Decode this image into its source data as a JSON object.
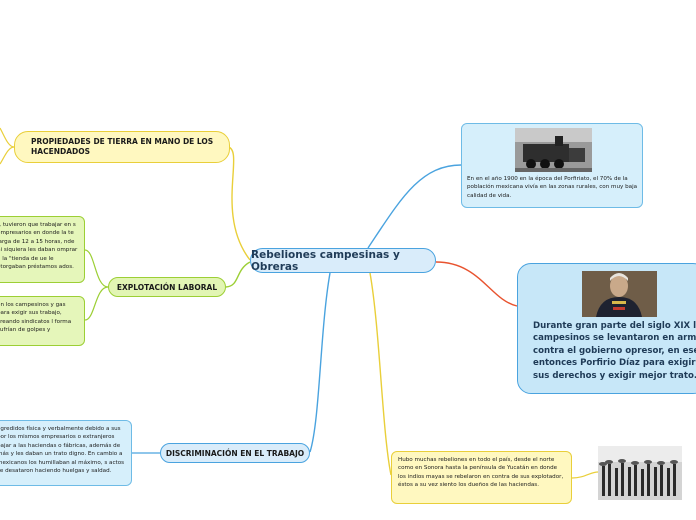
{
  "central": {
    "label": "Rebeliones campesinas y Obreras"
  },
  "branches": {
    "propiedades": {
      "label": "PROPIEDADES DE TIERRA EN MANO DE LOS HACENDADOS"
    },
    "explotacion": {
      "label": "EXPLOTACIÓN LABORAL",
      "card1": "r, tuvieron que trabajar en s empresarios en donde la te larga de 12 a 15 horas, nde ni siquiera les daban omprar a la \"tienda de ue le otorgaban préstamos ados.",
      "card2": "en los campesinos y gas para exigir sus trabajo, creando sindicatos l forma sufrían de golpes y"
    },
    "discriminacion": {
      "label": "DISCRIMINACIÓN EN EL TRABAJO",
      "card": "agredidos física y verbalmente debido a sus por los mismos empresarios o extranjeros bajar a las haciendas o fábricas, además de más y les daban un trato digno. En cambio a mexicanos los humillaban al máximo, s actos se desataron haciendo huelgas y saldad."
    }
  },
  "right": {
    "porfiriato": {
      "text": "En en el año 1900 en la época del Porfiriato, el 70% de la población mexicana vivía en las zonas rurales, con muy baja calidad de vida."
    },
    "porfirio": {
      "text": "Durante gran parte del siglo XIX los campesinos se levantaron en armas contra el gobierno opresor, en ese entonces Porfirio Díaz para exigir sus derechos y exigir mejor trato."
    },
    "rebeldes": {
      "text": "Hubo muchas rebeliones en todo el país, desde el norte como en Sonora hasta la península de Yucatán en donde los indios mayas se rebelaron en contra de sus explotador, éstos a su vez siento los dueños de las haciendas."
    }
  },
  "colors": {
    "yellow": "#e9cf3a",
    "green": "#9ccf35",
    "blue": "#4aa3df",
    "red": "#e8532f"
  },
  "icons": [
    "train-photo",
    "porfirio-portrait-photo",
    "crowd-photo"
  ]
}
